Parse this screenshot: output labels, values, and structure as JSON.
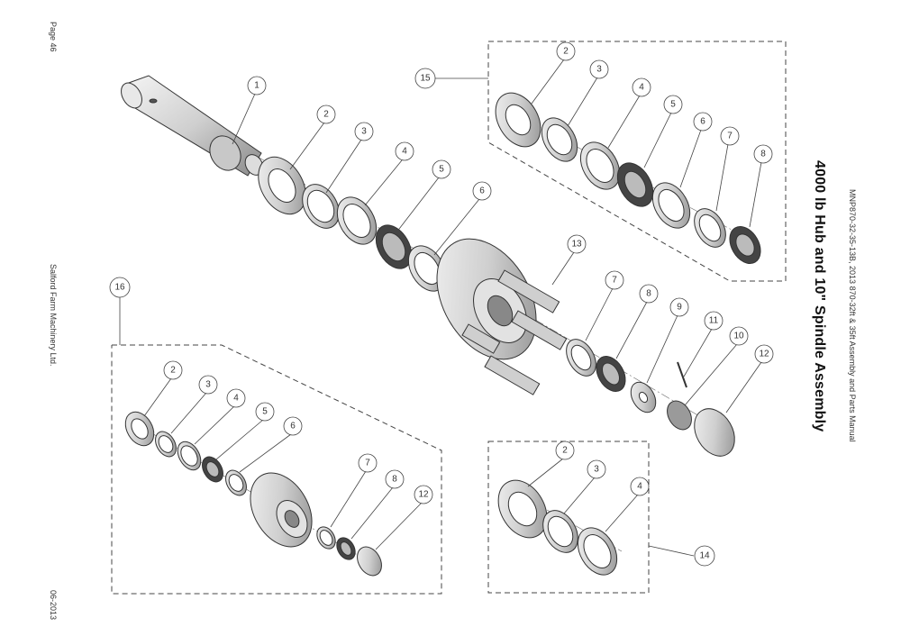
{
  "page": {
    "page_number": "Page 46",
    "company": "Salford Farm Machinery Ltd.",
    "date": "06-2013",
    "manual": "MNP870-32-35-13B, 2013 870-32ft & 35ft Assembly and Parts Manual",
    "title": "4000 lb Hub and 10\" Spindle Assembly"
  },
  "callouts": {
    "main": [
      "1",
      "2",
      "3",
      "4",
      "5",
      "6",
      "13",
      "7",
      "8",
      "9",
      "11",
      "10",
      "12"
    ],
    "kit15": [
      "15",
      "2",
      "3",
      "4",
      "5",
      "6",
      "7",
      "8"
    ],
    "kit16": [
      "16",
      "2",
      "3",
      "4",
      "5",
      "6",
      "7",
      "8",
      "12"
    ],
    "kit14": [
      "2",
      "3",
      "4",
      "14"
    ]
  },
  "colors": {
    "line": "#333333",
    "shade": "#dddddd",
    "dark": "#555555"
  }
}
